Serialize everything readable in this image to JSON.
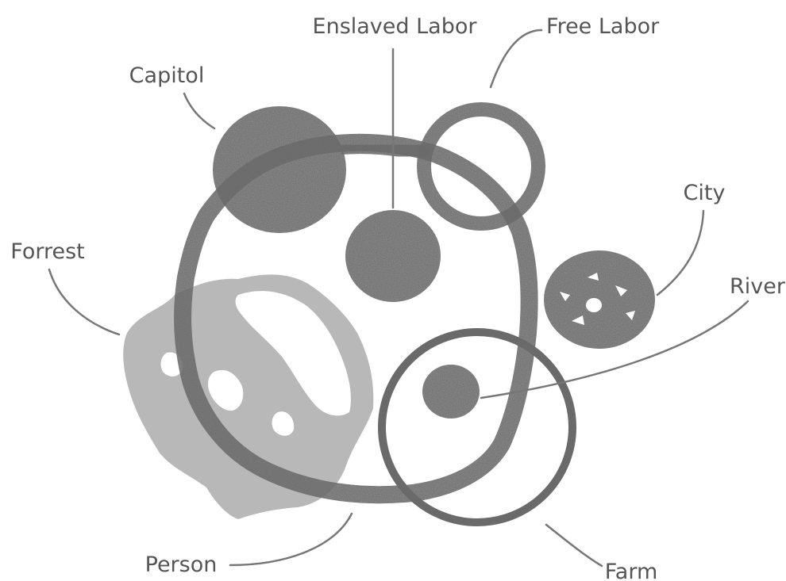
{
  "diagram": {
    "labels": {
      "enslaved_labor": "Enslaved Labor",
      "free_labor": "Free Labor",
      "capitol": "Capitol",
      "city": "City",
      "forrest": "Forrest",
      "river": "River",
      "person": "Person",
      "farm": "Farm"
    },
    "colors": {
      "dark_shape": "#6a6a6a",
      "light_shape": "#b8b8b8",
      "label_text": "#555555",
      "leader_line": "#777777",
      "background": "#ffffff"
    }
  }
}
